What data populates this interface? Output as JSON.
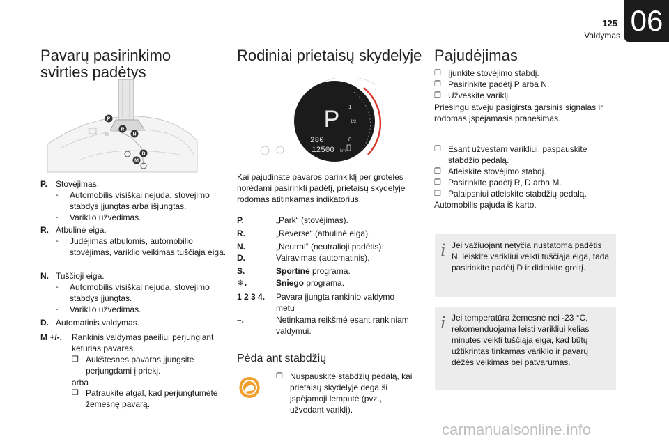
{
  "header": {
    "page_number": "125",
    "section": "Valdymas",
    "chapter": "06"
  },
  "col1": {
    "title": "Pavarų pasirinkimo svirties padėtys",
    "illustration_labels": [
      "P",
      "R",
      "N",
      "D",
      "M"
    ],
    "items": [
      {
        "key": "P.",
        "label": "Stovėjimas.",
        "dashes": [
          "Automobilis visiškai nejuda, stovėjimo stabdys įjungtas arba išjungtas.",
          "Variklio užvedimas."
        ]
      },
      {
        "key": "R.",
        "label": "Atbulinė eiga.",
        "dashes": [
          "Judėjimas atbulomis, automobilio stovėjimas, variklio veikimas tuščiąja eiga."
        ]
      },
      {
        "key": "N.",
        "label": "Tuščioji eiga.",
        "dashes": [
          "Automobilis visiškai nejuda, stovėjimo stabdys įjungtas.",
          "Variklio užvedimas."
        ]
      },
      {
        "key": "D.",
        "label": "Automatinis valdymas.",
        "dashes": []
      }
    ],
    "manual": {
      "key": "M +/-.",
      "label": "Rankinis valdymas paeiliui perjungiant keturias pavaras.",
      "bullet1": "Aukštesnes pavaras įjungsite perjungdami į priekį.",
      "or": "arba",
      "bullet2": "Patraukite atgal, kad perjungtumėte žemesnę pavarą."
    }
  },
  "col2": {
    "title": "Rodiniai prietaisų skydelyje",
    "display": {
      "gear": "P",
      "speed": "280",
      "odometer": "12500",
      "odo_unit": "km",
      "scale_top": "1",
      "scale_mid": "1/2",
      "scale_bottom": "0"
    },
    "intro": "Kai pajudinate pavaros parinkiklį per groteles norėdami pasirinkti padėtį, prietaisų skydelyje rodomas atitinkamas indikatorius.",
    "defs": [
      {
        "k": "P.",
        "v": "„Park“ (stovėjimas)."
      },
      {
        "k": "R.",
        "v": "„Reverse“ (atbulinė eiga)."
      },
      {
        "k": "N.",
        "v": "„Neutral“ (neutralioji padėtis)."
      },
      {
        "k": "D.",
        "v": "Vairavimas (automatinis)."
      },
      {
        "k": "S.",
        "v_bold": "Sportinė",
        "v": " programa."
      },
      {
        "k": "❄.",
        "v_bold": "Sniego",
        "v": " programa."
      },
      {
        "k": "1 2 3 4.",
        "v": "Pavara įjungta rankinio valdymo metu"
      },
      {
        "k": "–.",
        "v": "Netinkama reikšmė esant rankiniam valdymui."
      }
    ],
    "subtitle": "Pėda ant stabdžių",
    "brake_text": "Nuspauskite stabdžių pedalą, kai prietaisų skydelyje dega ši įspėjamoji lemputė (pvz., užvedant variklį).",
    "warning_color": "#f0a030"
  },
  "col3": {
    "title": "Pajudėjimas",
    "steps1": [
      "Įjunkite stovėjimo stabdį.",
      "Pasirinkite padėtį P arba N.",
      "Užveskite variklį."
    ],
    "note1": "Priešingu atveju pasigirsta garsinis signalas ir rodomas įspėjamasis pranešimas.",
    "steps2": [
      "Esant užvestam varikliui, paspauskite stabdžio pedalą.",
      "Atleiskite stovėjimo stabdį.",
      "Pasirinkite padėtį R, D arba M.",
      "Palaipsniui atleiskite stabdžių pedalą."
    ],
    "note2": "Automobilis pajuda iš karto.",
    "info1": "Jei važiuojant netyčia nustatoma padėtis N, leiskite varikliui veikti tuščiąja eiga, tada pasirinkite padėtį D ir didinkite greitį.",
    "info2": "Jei temperatūra žemesnė nei -23 °C, rekomenduojama leisti varikliui kelias minutes veikti tuščiąja eiga, kad būtų užtikrintas tinkamas variklio ir pavarų dėžės veikimas bei patvarumas."
  },
  "footer": {
    "watermark": "carmanualsonline.info"
  }
}
